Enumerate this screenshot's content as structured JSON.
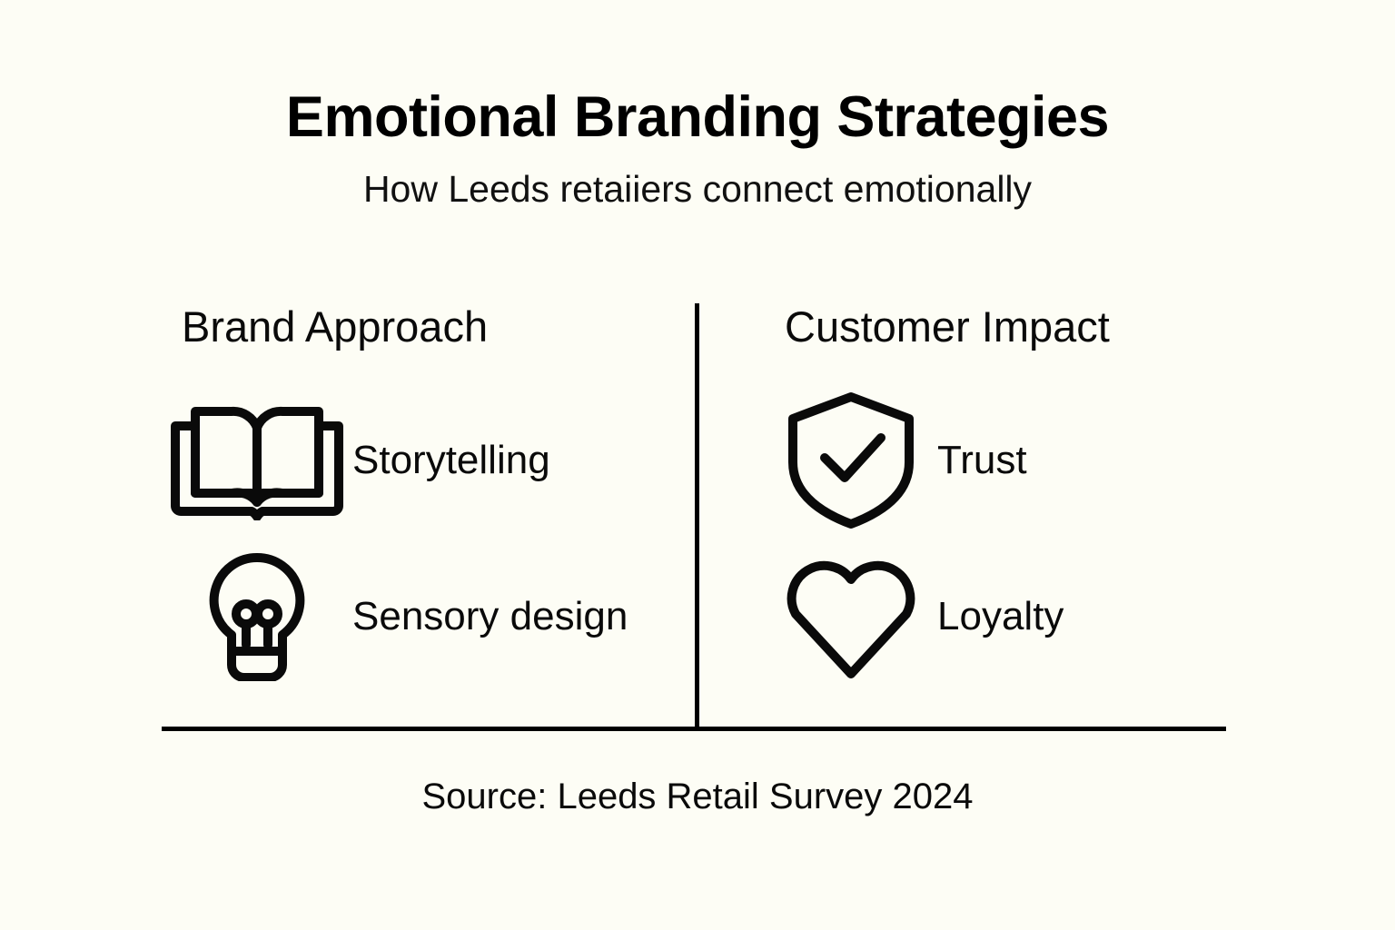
{
  "header": {
    "title": "Emotional Branding Strategies",
    "subtitle": "How Leeds retaiiers connect emotionally"
  },
  "columns": [
    {
      "heading": "Brand Approach",
      "items": [
        {
          "icon": "open-book-icon",
          "label": "Storytelling"
        },
        {
          "icon": "lightbulb-icon",
          "label": "Sensory design"
        }
      ]
    },
    {
      "heading": "Customer Impact",
      "items": [
        {
          "icon": "shield-check-icon",
          "label": "Trust"
        },
        {
          "icon": "heart-icon",
          "label": "Loyalty"
        }
      ]
    }
  ],
  "footer": {
    "source": "Source: Leeds Retail Survey 2024"
  },
  "colors": {
    "background": "#fdfdf5",
    "ink": "#0a0a0a",
    "rule": "#000000"
  }
}
